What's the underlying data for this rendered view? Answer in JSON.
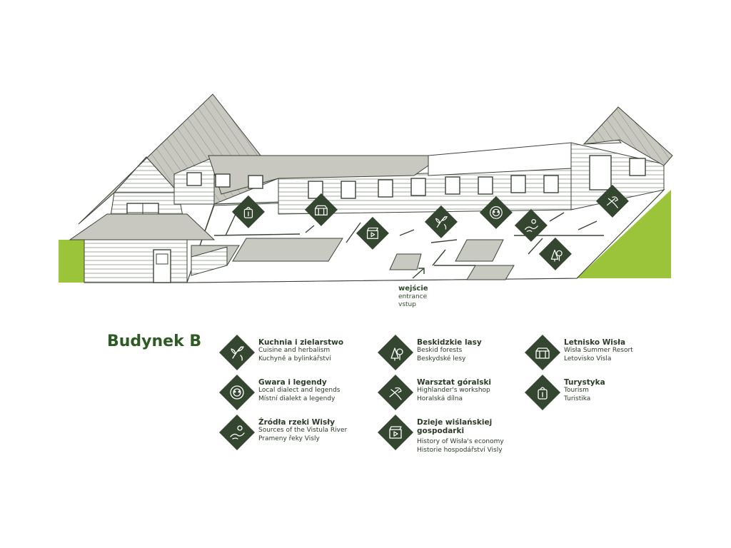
{
  "colors": {
    "accent_dark": "#34462f",
    "grass": "#9cc43a",
    "roof": "#c8c8c0",
    "floor": "#c8cac2",
    "line": "#3a4436"
  },
  "entrance": {
    "pl": "wejście",
    "en": "entrance",
    "cz": "vstup"
  },
  "legend": {
    "title": "Budynek B",
    "items": [
      {
        "icon": "herbs-icon",
        "name": "Kuchnia i zielarstwo",
        "en": "Cuisine and herbalism",
        "cz": "Kuchyně a bylinkářství"
      },
      {
        "icon": "dialect-icon",
        "name": "Gwara i legendy",
        "en": "Local dialect and legends",
        "cz": "Místní dialekt a legendy"
      },
      {
        "icon": "river-icon",
        "name": "Źródła rzeki Wisły",
        "en": "Sources of the Vistula River",
        "cz": "Prameny řeky Visly"
      },
      {
        "icon": "forest-icon",
        "name": "Beskidzkie lasy",
        "en": "Beskid forests",
        "cz": "Beskydské lesy"
      },
      {
        "icon": "workshop-icon",
        "name": "Warsztat góralski",
        "en": "Highlander's workshop",
        "cz": "Horalská dílna"
      },
      {
        "icon": "film-icon",
        "name": "Dzieje wiślańskiej gospodarki",
        "en": "History of Wisła's economy",
        "cz": "Historie hospodářství Visly"
      },
      {
        "icon": "resort-icon",
        "name": "Letnisko Wisła",
        "en": "Wisła Summer Resort",
        "cz": "Letovisko Visla"
      },
      {
        "icon": "tourism-icon",
        "name": "Turystyka",
        "en": "Tourism",
        "cz": "Turistika"
      }
    ]
  },
  "map_markers": [
    "tourism-icon",
    "resort-icon",
    "film-icon",
    "herbs-icon",
    "dialect-icon",
    "river-icon",
    "workshop-icon",
    "forest-icon"
  ]
}
